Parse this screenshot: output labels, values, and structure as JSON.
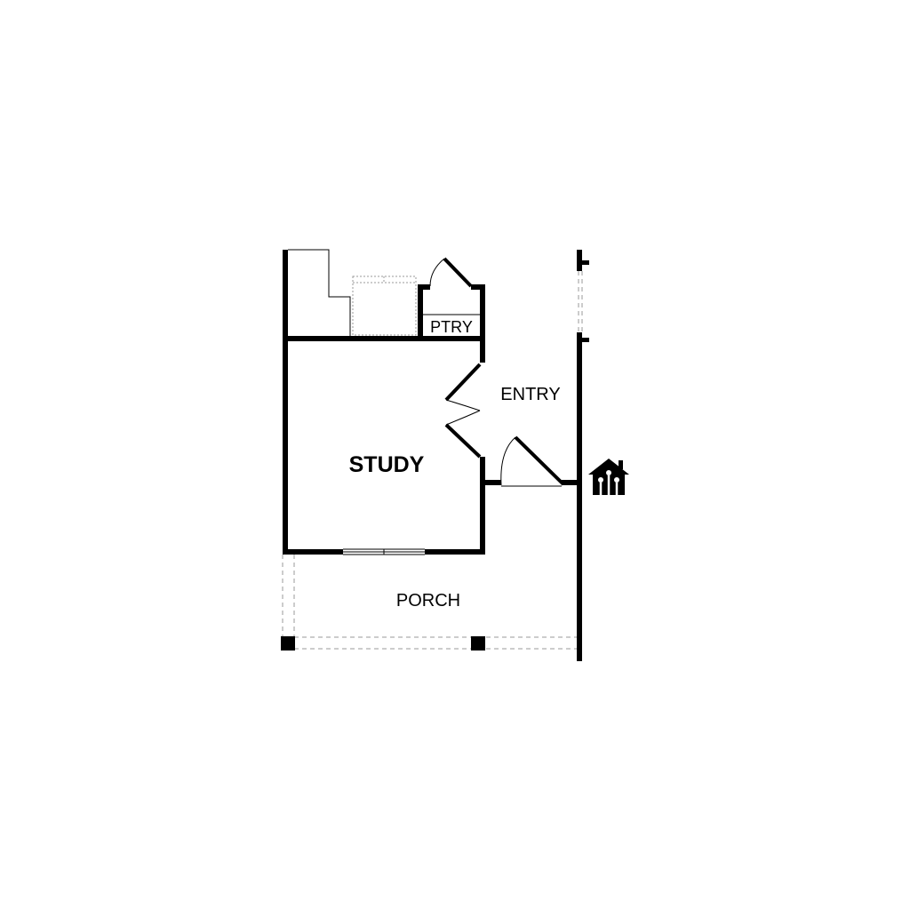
{
  "rooms": {
    "study": "STUDY",
    "entry": "ENTRY",
    "pantry": "PTRY",
    "porch": "PORCH"
  },
  "icons": {
    "smart_home": "smart-home-icon"
  },
  "colors": {
    "wall": "#000000",
    "background": "#ffffff",
    "dashed": "#9a9a9a"
  }
}
